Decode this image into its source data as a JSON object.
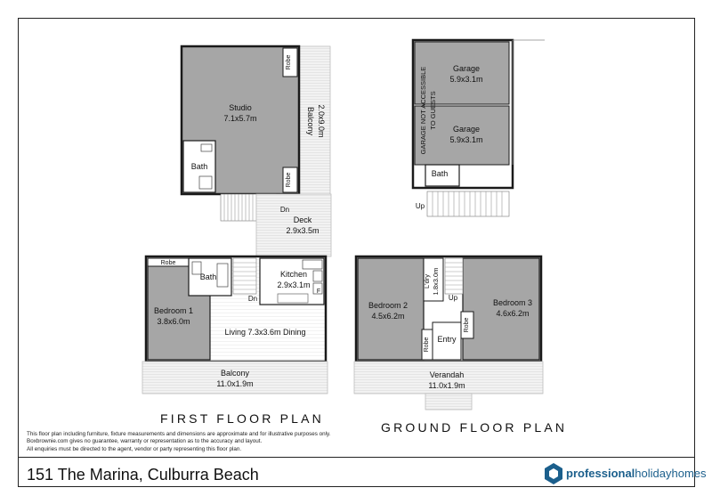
{
  "plans": {
    "first_floor": {
      "title": "FIRST FLOOR PLAN",
      "rooms": {
        "studio": {
          "name": "Studio",
          "size": "7.1x5.7m"
        },
        "studio_robe_top": "Robe",
        "studio_robe_bottom": "Robe",
        "studio_bath": "Bath",
        "balcony_side": {
          "name": "Balcony",
          "size": "2.0x9.0m"
        },
        "dn_1": "Dn",
        "deck": {
          "name": "Deck",
          "size": "2.9x3.5m"
        },
        "robe": "Robe",
        "bath": "Bath",
        "dn_2": "Dn",
        "kitchen": {
          "name": "Kitchen",
          "size": "2.9x3.1m"
        },
        "fridge": "F",
        "bedroom1": {
          "name": "Bedroom 1",
          "size": "3.8x6.0m"
        },
        "living": "Living  7.3x3.6m  Dining",
        "balcony_front": {
          "name": "Balcony",
          "size": "11.0x1.9m"
        }
      }
    },
    "ground_floor": {
      "title": "GROUND FLOOR PLAN",
      "rooms": {
        "garage_note": "GARAGE NOT ACCESSIBLE",
        "garage_note_2": "TO GUESTS",
        "garage1": {
          "name": "Garage",
          "size": "5.9x3.1m"
        },
        "garage2": {
          "name": "Garage",
          "size": "5.9x3.1m"
        },
        "bath": "Bath",
        "up_1": "Up",
        "bedroom2": {
          "name": "Bedroom 2",
          "size": "4.5x6.2m"
        },
        "laundry": {
          "name": "L'dry",
          "size": "1.8x3.0m"
        },
        "up_2": "Up",
        "bedroom3": {
          "name": "Bedroom 3",
          "size": "4.6x6.2m"
        },
        "robe_left": "Robe",
        "robe_right": "Robe",
        "entry": "Entry",
        "verandah": {
          "name": "Verandah",
          "size": "11.0x1.9m"
        }
      }
    }
  },
  "disclaimer": [
    "This floor plan including furniture, fixture measurements and dimensions are approximate and for illustrative purposes only.",
    "Boxbrownie.com gives no guarantee, warranty or representation as to the accuracy and layout.",
    "All enquiries must be directed to the agent, vendor or party representing this floor plan."
  ],
  "address": "151 The Marina, Culburra Beach",
  "brand": {
    "part1": "professional",
    "part2": "holidayhomes",
    "color": "#1b5f8c"
  },
  "colors": {
    "room_fill": "#a6a6a6",
    "wall": "#1a1a1a",
    "deck_fill": "#efefef"
  }
}
